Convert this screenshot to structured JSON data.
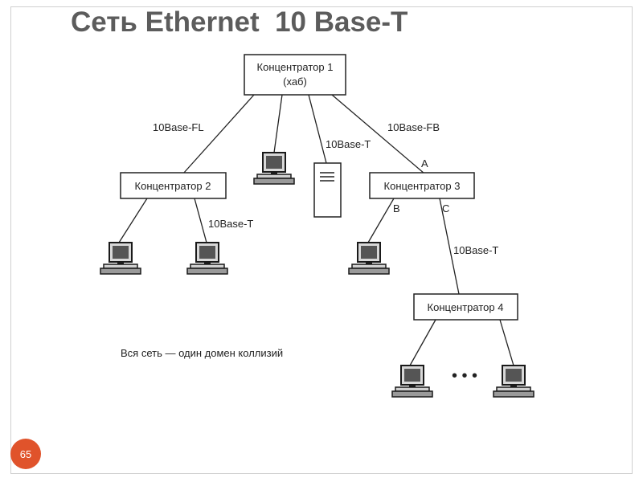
{
  "slide": {
    "title": "Сеть Ethernet  10 Base-T",
    "page_number": "65"
  },
  "diagram": {
    "hubs": {
      "hub1": {
        "line1": "Концентратор 1",
        "line2": "(хаб)"
      },
      "hub2": {
        "label": "Концентратор 2"
      },
      "hub3": {
        "label": "Концентратор 3"
      },
      "hub4": {
        "label": "Концентратор 4"
      }
    },
    "links": {
      "fl": "10Base-FL",
      "fb": "10Base-FB",
      "t_hub1": "10Base-T",
      "t_hub2": "10Base-T",
      "t_hub3_hub4": "10Base-T"
    },
    "ports": {
      "a": "A",
      "b": "B",
      "c": "C"
    },
    "ellipsis": "• • •",
    "caption": "Вся сеть — один домен коллизий"
  },
  "colors": {
    "title": "#5c5c5c",
    "badge": "#e0532b",
    "line": "#222222"
  },
  "icons": [
    "computer-icon",
    "server-icon"
  ]
}
